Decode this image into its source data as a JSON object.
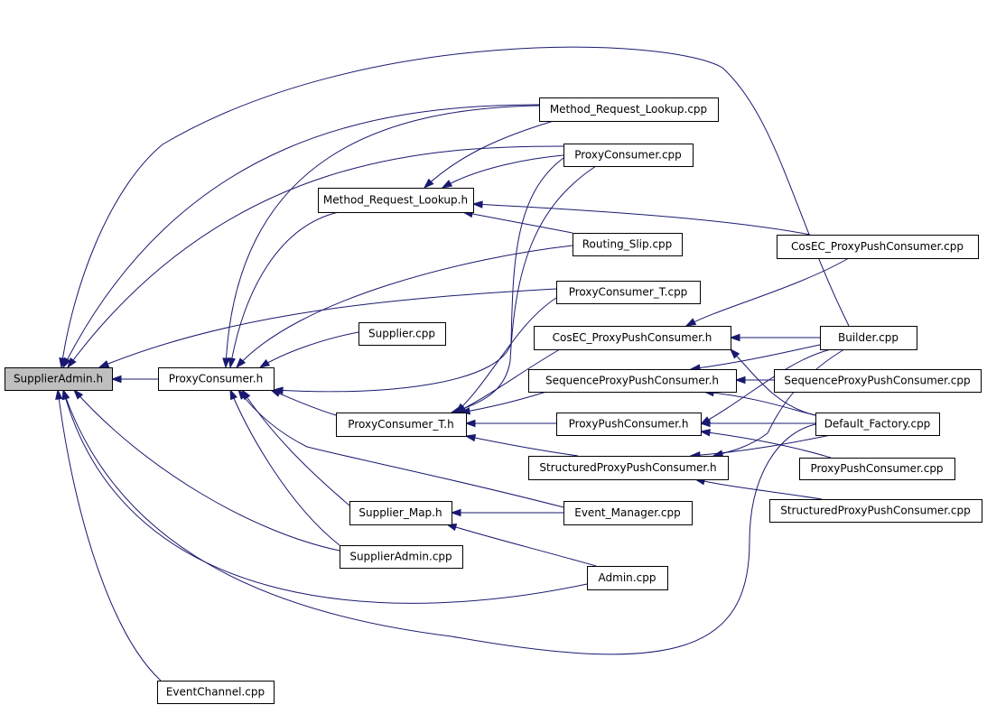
{
  "diagram": {
    "nodes": [
      {
        "id": "n_supplieradmin_h",
        "label": "SupplierAdmin.h",
        "highlight": true
      },
      {
        "id": "n_proxyconsumer_h",
        "label": "ProxyConsumer.h"
      },
      {
        "id": "n_method_request_lookup_h",
        "label": "Method_Request_Lookup.h"
      },
      {
        "id": "n_method_request_lookup_cpp",
        "label": "Method_Request_Lookup.cpp"
      },
      {
        "id": "n_proxyconsumer_cpp",
        "label": "ProxyConsumer.cpp"
      },
      {
        "id": "n_routing_slip_cpp",
        "label": "Routing_Slip.cpp"
      },
      {
        "id": "n_proxyconsumer_t_cpp",
        "label": "ProxyConsumer_T.cpp"
      },
      {
        "id": "n_supplier_cpp",
        "label": "Supplier.cpp"
      },
      {
        "id": "n_proxyconsumer_t_h",
        "label": "ProxyConsumer_T.h"
      },
      {
        "id": "n_cosec_proxypushconsumer_h",
        "label": "CosEC_ProxyPushConsumer.h"
      },
      {
        "id": "n_sequenceproxypushconsumer_h",
        "label": "SequenceProxyPushConsumer.h"
      },
      {
        "id": "n_proxypushconsumer_h",
        "label": "ProxyPushConsumer.h"
      },
      {
        "id": "n_structuredproxypushconsumer_h",
        "label": "StructuredProxyPushConsumer.h"
      },
      {
        "id": "n_supplier_map_h",
        "label": "Supplier_Map.h"
      },
      {
        "id": "n_supplieradmin_cpp",
        "label": "SupplierAdmin.cpp"
      },
      {
        "id": "n_event_manager_cpp",
        "label": "Event_Manager.cpp"
      },
      {
        "id": "n_admin_cpp",
        "label": "Admin.cpp"
      },
      {
        "id": "n_eventchannel_cpp",
        "label": "EventChannel.cpp"
      },
      {
        "id": "n_cosec_proxypushconsumer_cpp",
        "label": "CosEC_ProxyPushConsumer.cpp"
      },
      {
        "id": "n_builder_cpp",
        "label": "Builder.cpp"
      },
      {
        "id": "n_sequenceproxypushconsumer_cpp",
        "label": "SequenceProxyPushConsumer.cpp"
      },
      {
        "id": "n_default_factory_cpp",
        "label": "Default_Factory.cpp"
      },
      {
        "id": "n_proxypushconsumer_cpp",
        "label": "ProxyPushConsumer.cpp"
      },
      {
        "id": "n_structuredproxypushconsumer_cpp",
        "label": "StructuredProxyPushConsumer.cpp"
      }
    ],
    "edges": [
      {
        "from": "n_proxyconsumer_h",
        "to": "n_supplieradmin_h"
      },
      {
        "from": "n_method_request_lookup_cpp",
        "to": "n_supplieradmin_h"
      },
      {
        "from": "n_proxyconsumer_cpp",
        "to": "n_supplieradmin_h"
      },
      {
        "from": "n_proxyconsumer_t_cpp",
        "to": "n_supplieradmin_h"
      },
      {
        "from": "n_supplieradmin_cpp",
        "to": "n_supplieradmin_h"
      },
      {
        "from": "n_admin_cpp",
        "to": "n_supplieradmin_h"
      },
      {
        "from": "n_eventchannel_cpp",
        "to": "n_supplieradmin_h"
      },
      {
        "from": "n_builder_cpp",
        "to": "n_supplieradmin_h"
      },
      {
        "from": "n_default_factory_cpp",
        "to": "n_supplieradmin_h"
      },
      {
        "from": "n_method_request_lookup_h",
        "to": "n_proxyconsumer_h"
      },
      {
        "from": "n_method_request_lookup_cpp",
        "to": "n_proxyconsumer_h"
      },
      {
        "from": "n_routing_slip_cpp",
        "to": "n_proxyconsumer_h"
      },
      {
        "from": "n_supplier_cpp",
        "to": "n_proxyconsumer_h"
      },
      {
        "from": "n_proxyconsumer_cpp",
        "to": "n_proxyconsumer_h"
      },
      {
        "from": "n_proxyconsumer_t_h",
        "to": "n_proxyconsumer_h"
      },
      {
        "from": "n_supplier_map_h",
        "to": "n_proxyconsumer_h"
      },
      {
        "from": "n_supplieradmin_cpp",
        "to": "n_proxyconsumer_h"
      },
      {
        "from": "n_event_manager_cpp",
        "to": "n_proxyconsumer_h"
      },
      {
        "from": "n_method_request_lookup_cpp",
        "to": "n_method_request_lookup_h"
      },
      {
        "from": "n_proxyconsumer_cpp",
        "to": "n_method_request_lookup_h"
      },
      {
        "from": "n_routing_slip_cpp",
        "to": "n_method_request_lookup_h"
      },
      {
        "from": "n_cosec_proxypushconsumer_cpp",
        "to": "n_method_request_lookup_h"
      },
      {
        "from": "n_proxyconsumer_cpp",
        "to": "n_proxyconsumer_t_h"
      },
      {
        "from": "n_proxyconsumer_t_cpp",
        "to": "n_proxyconsumer_t_h"
      },
      {
        "from": "n_cosec_proxypushconsumer_h",
        "to": "n_proxyconsumer_t_h"
      },
      {
        "from": "n_sequenceproxypushconsumer_h",
        "to": "n_proxyconsumer_t_h"
      },
      {
        "from": "n_proxypushconsumer_h",
        "to": "n_proxyconsumer_t_h"
      },
      {
        "from": "n_structuredproxypushconsumer_h",
        "to": "n_proxyconsumer_t_h"
      },
      {
        "from": "n_cosec_proxypushconsumer_cpp",
        "to": "n_cosec_proxypushconsumer_h"
      },
      {
        "from": "n_builder_cpp",
        "to": "n_cosec_proxypushconsumer_h"
      },
      {
        "from": "n_default_factory_cpp",
        "to": "n_cosec_proxypushconsumer_h"
      },
      {
        "from": "n_sequenceproxypushconsumer_cpp",
        "to": "n_sequenceproxypushconsumer_h"
      },
      {
        "from": "n_builder_cpp",
        "to": "n_sequenceproxypushconsumer_h"
      },
      {
        "from": "n_default_factory_cpp",
        "to": "n_sequenceproxypushconsumer_h"
      },
      {
        "from": "n_default_factory_cpp",
        "to": "n_proxypushconsumer_h"
      },
      {
        "from": "n_proxypushconsumer_cpp",
        "to": "n_proxypushconsumer_h"
      },
      {
        "from": "n_builder_cpp",
        "to": "n_proxypushconsumer_h"
      },
      {
        "from": "n_structuredproxypushconsumer_cpp",
        "to": "n_structuredproxypushconsumer_h"
      },
      {
        "from": "n_builder_cpp",
        "to": "n_structuredproxypushconsumer_h"
      },
      {
        "from": "n_default_factory_cpp",
        "to": "n_structuredproxypushconsumer_h"
      },
      {
        "from": "n_event_manager_cpp",
        "to": "n_supplier_map_h"
      },
      {
        "from": "n_admin_cpp",
        "to": "n_supplier_map_h"
      }
    ]
  }
}
